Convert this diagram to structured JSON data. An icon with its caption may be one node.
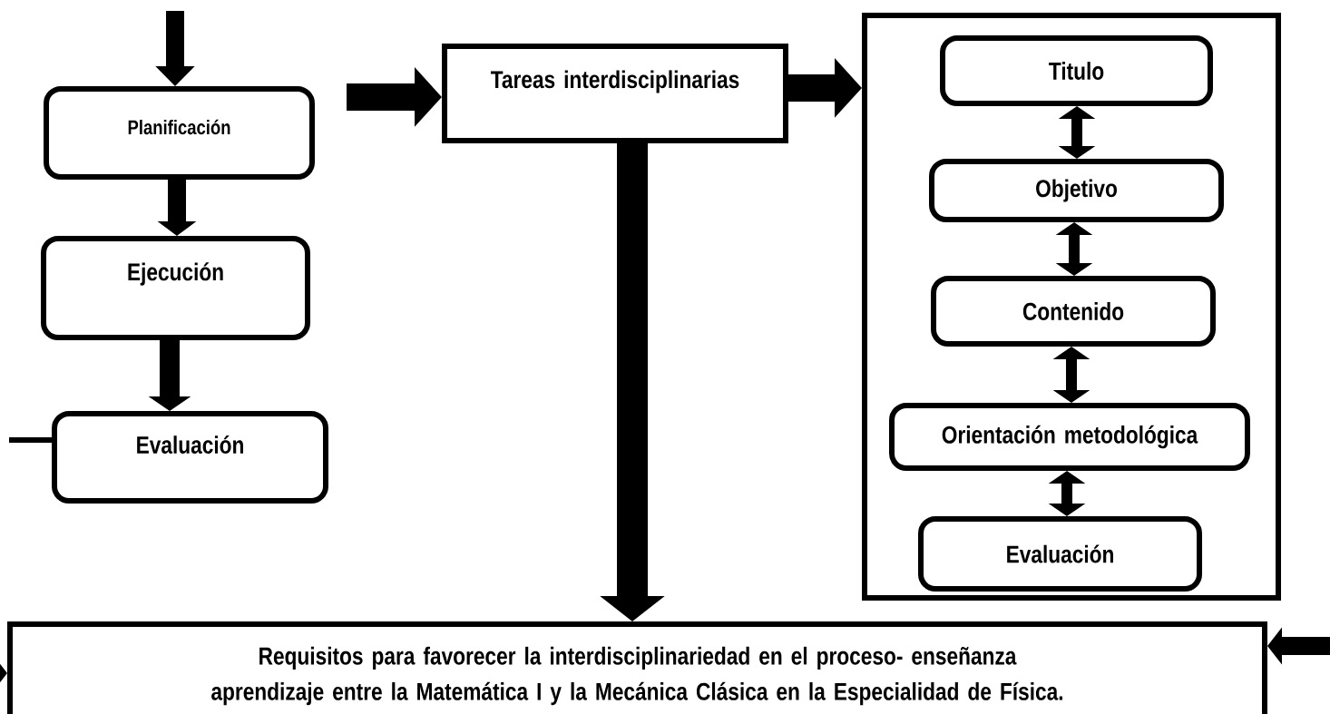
{
  "diagram": {
    "nodes": [
      {
        "text": [
          "Planificación"
        ]
      },
      {
        "text": [
          "Ejecución"
        ]
      },
      {
        "text": [
          "Evaluación"
        ]
      },
      {
        "text": [
          "Tareas interdisciplinarias"
        ]
      },
      {
        "text": [],
        "shape": "box"
      },
      {
        "text": [
          "Titulo"
        ],
        "in": 4
      },
      {
        "text": [
          "Objetivo"
        ],
        "in": 4
      },
      {
        "text": [
          "Contenido"
        ],
        "in": 4
      },
      {
        "text": [
          "Orientación metodológica"
        ],
        "in": 4
      },
      {
        "text": [
          "Evaluación"
        ],
        "in": 4
      },
      {
        "text": [
          "Requisitos   para favorecer la interdisciplinariedad en el proceso- enseñanza aprendizaje entre la Matemática I y la Mecánica Clásica  en la Especialidad de Física."
        ]
      }
    ],
    "edges": [
      {
        "from": null,
        "to": 0,
        "arrow": "to"
      },
      {
        "from": 0,
        "to": 1,
        "arrow": "to"
      },
      {
        "from": 1,
        "to": 2,
        "arrow": "to"
      },
      {
        "from": 2,
        "to": null,
        "arrow": "none"
      },
      {
        "from": null,
        "to": 3,
        "arrow": "to"
      },
      {
        "from": 3,
        "to": 4,
        "arrow": "to"
      },
      {
        "from": 3,
        "to": 10,
        "arrow": "to"
      },
      {
        "from": 5,
        "to": 6,
        "arrow": "both"
      },
      {
        "from": 6,
        "to": 7,
        "arrow": "both"
      },
      {
        "from": 7,
        "to": 8,
        "arrow": "both"
      },
      {
        "from": 8,
        "to": 9,
        "arrow": "both"
      },
      {
        "from": null,
        "to": 10,
        "arrow": "to"
      },
      {
        "from": null,
        "to": 10,
        "arrow": "to"
      }
    ]
  }
}
